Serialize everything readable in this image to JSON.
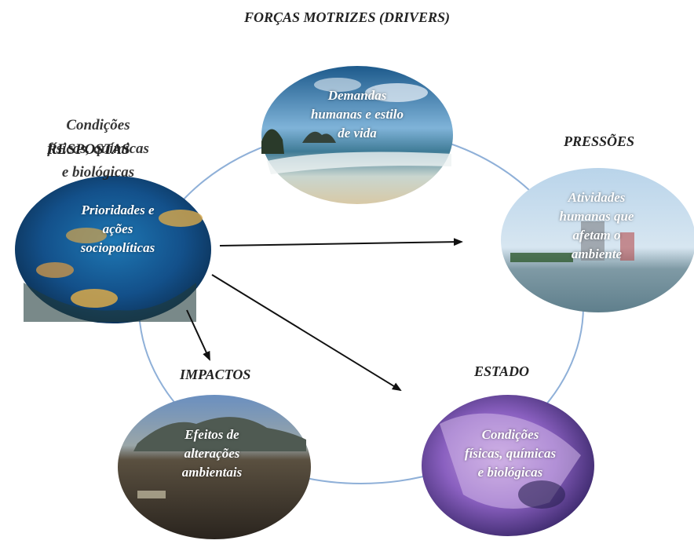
{
  "title": "FORÇAS MOTRIZES (DRIVERS)",
  "stages": {
    "drivers": {
      "text": [
        "Demandas",
        "humanas e estilo",
        "de vida"
      ]
    },
    "pressures": {
      "label": "PRESSÕES",
      "text": [
        "Atividades",
        "humanas que",
        "afetam o",
        "ambiente"
      ]
    },
    "state": {
      "label": "ESTADO",
      "text": [
        "Condições",
        "físicas, químicas",
        "e biológicas"
      ]
    },
    "impacts": {
      "label": "IMPACTOS",
      "text": [
        "Efeitos de",
        "alterações",
        "ambientais"
      ]
    },
    "responses": {
      "label": "RESPOSTAS",
      "text": [
        "Prioridades e",
        "ações",
        "sociopolíticas"
      ],
      "overlap_text": [
        "Condições",
        "físicas, químicas",
        "e biológicas"
      ]
    }
  },
  "colors": {
    "cycle": "#8fb0d8",
    "arrow": "#111111"
  }
}
